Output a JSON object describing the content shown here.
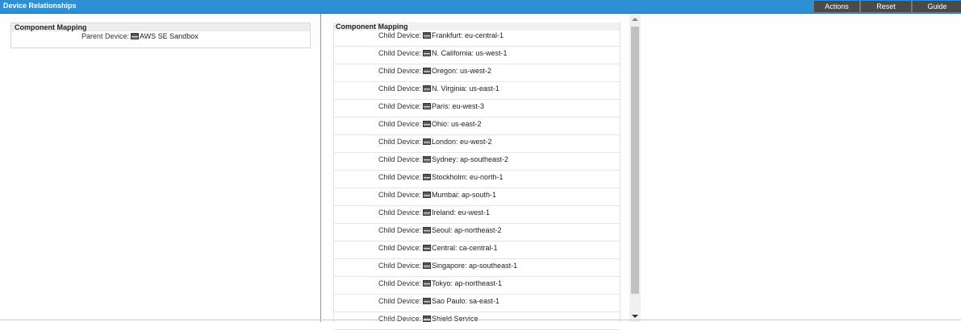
{
  "window": {
    "title": "Device Relationships"
  },
  "toolbar": {
    "actions_label": "Actions",
    "reset_label": "Reset",
    "guide_label": "Guide"
  },
  "parent_panel": {
    "header": "Component Mapping",
    "label": "Parent Device:",
    "device": "AWS SE Sandbox",
    "icon": "server-icon"
  },
  "child_panel": {
    "header": "Component Mapping",
    "label": "Child Device:",
    "icon": "server-icon",
    "devices": [
      "Frankfurt: eu-central-1",
      "N. California: us-west-1",
      "Oregon: us-west-2",
      "N. Virginia: us-east-1",
      "Paris: eu-west-3",
      "Ohio: us-east-2",
      "London: eu-west-2",
      "Sydney: ap-southeast-2",
      "Stockholm: eu-north-1",
      "Mumbai: ap-south-1",
      "Ireland: eu-west-1",
      "Seoul: ap-northeast-2",
      "Central: ca-central-1",
      "Singapore: ap-southeast-1",
      "Tokyo: ap-northeast-1",
      "Sao Paulo: sa-east-1",
      "Shield Service"
    ]
  },
  "colors": {
    "titlebar": "#2f8fd5",
    "button": "#4a4a4a",
    "header_bg": "#eeeeee"
  }
}
